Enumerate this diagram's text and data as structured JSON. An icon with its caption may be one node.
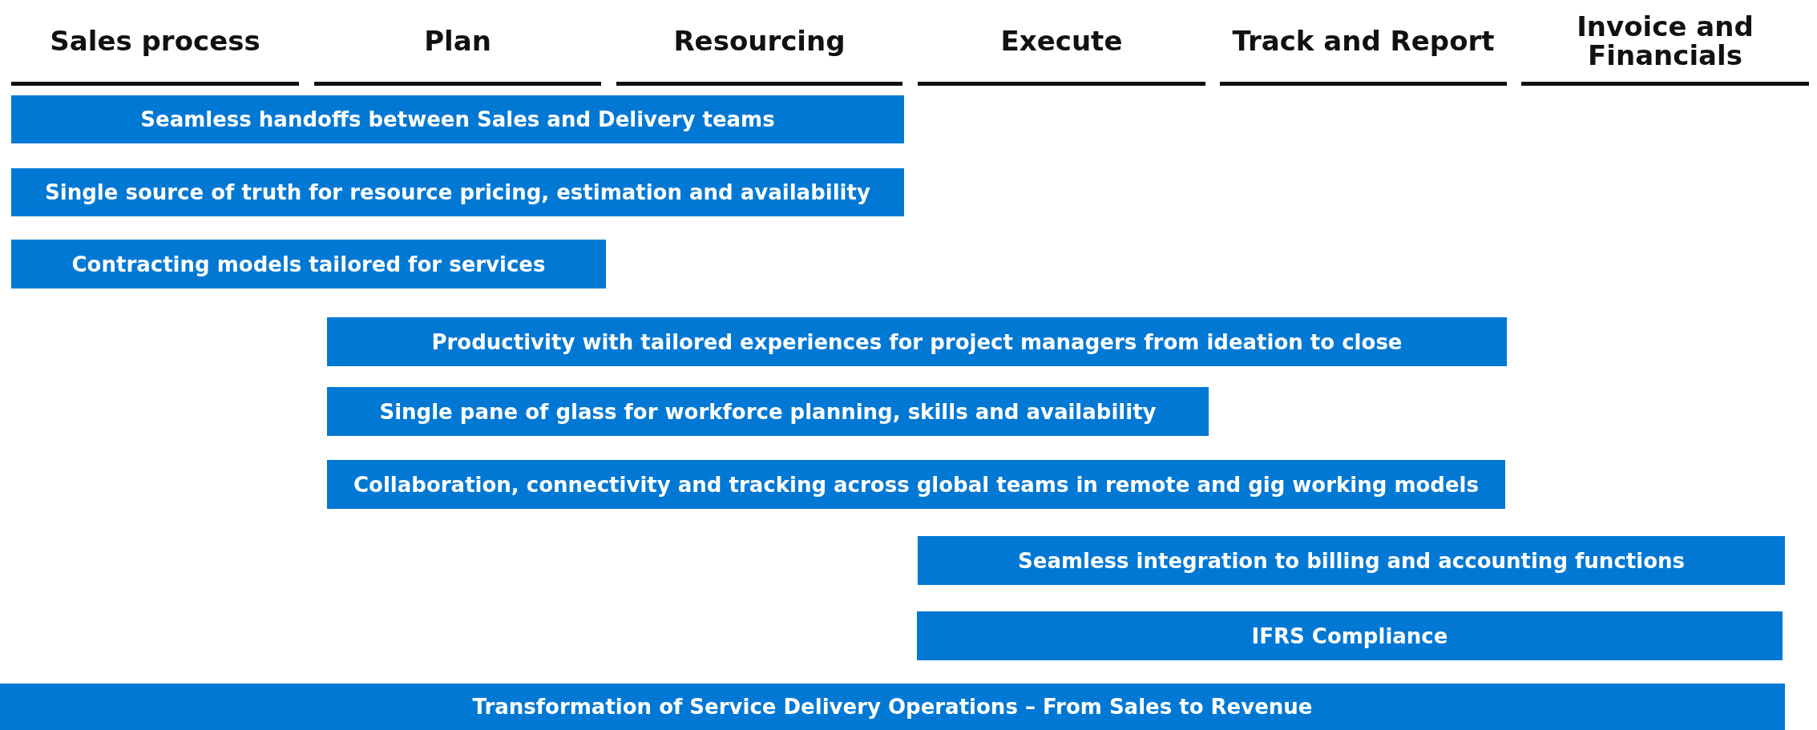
{
  "diagram": {
    "nodes": [
      {
        "text": [
          "Seamless handoffs between Sales and Delivery teams"
        ]
      },
      {
        "text": [
          "Single source of truth for resource pricing, estimation and availability"
        ]
      },
      {
        "text": [
          "Contracting models tailored for services"
        ]
      },
      {
        "text": [
          "Productivity with tailored experiences  for project managers from ideation to close"
        ]
      },
      {
        "text": [
          "Single pane of glass for workforce planning, skills and availability"
        ]
      },
      {
        "text": [
          "Collaboration, connectivity and tracking across global teams in remote and gig working models"
        ]
      },
      {
        "text": [
          "Seamless integration to billing and accounting functions"
        ]
      },
      {
        "text": [
          "IFRS Compliance"
        ]
      },
      {
        "text": [
          "Transformation of Service Delivery Operations – From Sales to Revenue"
        ]
      }
    ],
    "labels": [
      "Sales process",
      "Plan",
      "Resourcing",
      "Execute",
      "Track and Report",
      "Invoice and Financials"
    ]
  }
}
